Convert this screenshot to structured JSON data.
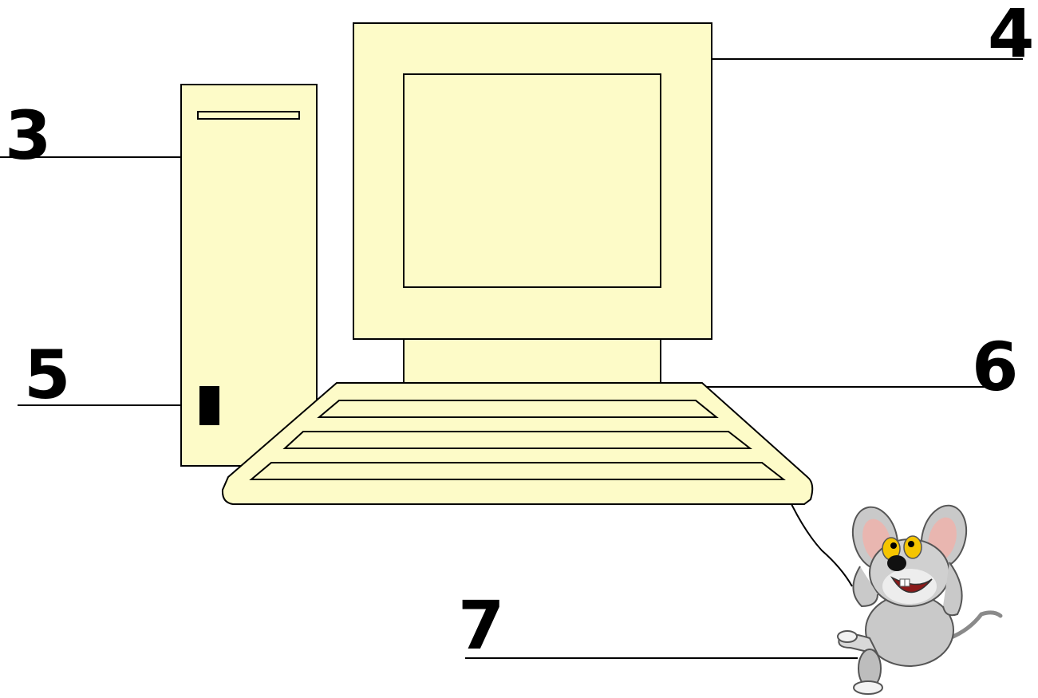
{
  "labels": {
    "label_3": "3",
    "label_4": "4",
    "label_5": "5",
    "label_6": "6",
    "label_7": "7"
  },
  "colors": {
    "device_fill": "#fdfbc8",
    "outline": "#000000",
    "background": "#ffffff"
  },
  "icons": {
    "system_unit": "computer-tower-icon",
    "monitor": "monitor-icon",
    "keyboard": "keyboard-icon",
    "mouse": "cartoon-mouse-icon"
  }
}
